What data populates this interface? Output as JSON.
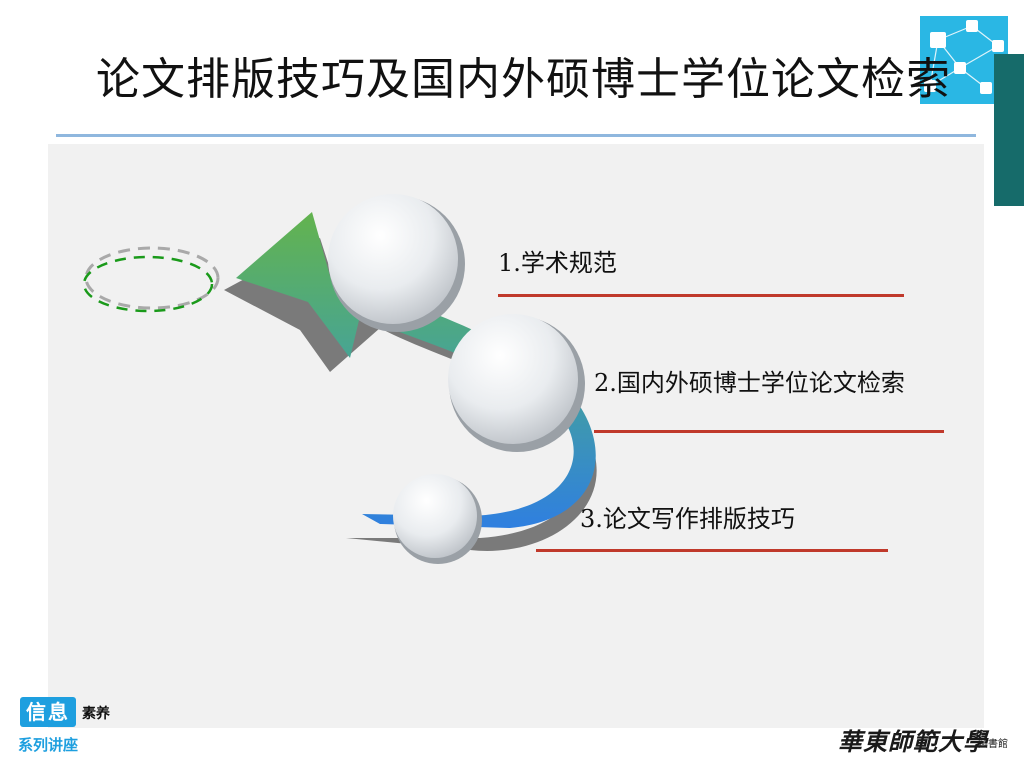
{
  "slide": {
    "title": "论文排版技巧及国内外硕博士学位论文检索"
  },
  "items": [
    {
      "label": "1.学术规范",
      "rule_color": "#c0392b"
    },
    {
      "label": "2.国内外硕博士学位论文检索",
      "rule_color": "#c0392b"
    },
    {
      "label": "3.论文写作排版技巧",
      "rule_color": "#c0392b"
    }
  ],
  "footer": {
    "badge": "信息",
    "badge_suffix": "素养",
    "series": "系列讲座",
    "university": "華東師範大學",
    "library": "圖書館"
  },
  "colors": {
    "title_rule": "#8fb7de",
    "panel_bg": "#f1f1f1",
    "arrow_top": "#5cb85c",
    "arrow_bottom": "#2f7fe0",
    "accent_blue": "#1e9fdf",
    "side_bar": "#166b6a"
  },
  "icons": {
    "network_deco": "network-nodes-icon",
    "target_ellipse": "dashed-ellipse-icon"
  }
}
